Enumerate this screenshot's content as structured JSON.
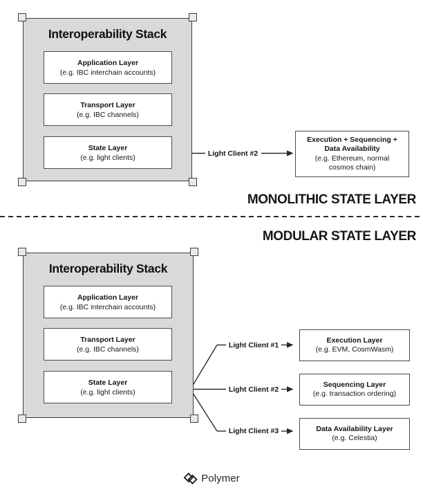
{
  "monolithic": {
    "caption": "MONOLITHIC STATE LAYER",
    "stack": {
      "title": "Interoperability Stack",
      "layers": [
        {
          "name": "Application Layer",
          "example": "(e.g. IBC interchain accounts)"
        },
        {
          "name": "Transport Layer",
          "example": "(e.g. IBC channels)"
        },
        {
          "name": "State Layer",
          "example": "(e.g. light clients)"
        }
      ]
    },
    "connector": {
      "label": "Light Client #2"
    },
    "external_box": {
      "name": "Execution + Sequencing +\nData Availability",
      "example": "(e.g. Ethereum, normal\ncosmos chain)"
    }
  },
  "modular": {
    "caption": "MODULAR STATE LAYER",
    "stack": {
      "title": "Interoperability Stack",
      "layers": [
        {
          "name": "Application Layer",
          "example": "(e.g. IBC interchain accounts)"
        },
        {
          "name": "Transport Layer",
          "example": "(e.g. IBC channels)"
        },
        {
          "name": "State Layer",
          "example": "(e.g. light clients)"
        }
      ]
    },
    "connections": [
      {
        "label": "Light Client #1",
        "box": {
          "name": "Execution Layer",
          "example": "(e.g. EVM, CosmWasm)"
        }
      },
      {
        "label": "Light Client #2",
        "box": {
          "name": "Sequencing Layer",
          "example": "(e.g. transaction ordering)"
        }
      },
      {
        "label": "Light Client #3",
        "box": {
          "name": "Data Availability Layer",
          "example": "(e.g. Celestia)"
        }
      }
    ]
  },
  "footer": {
    "brand": "Polymer"
  },
  "colors": {
    "stack_fill": "#d9d9d9",
    "stack_border": "#3d3d3d",
    "box_fill": "#ffffff",
    "box_border": "#4a4a4a",
    "text": "#141414",
    "line": "#2a2a2a"
  }
}
